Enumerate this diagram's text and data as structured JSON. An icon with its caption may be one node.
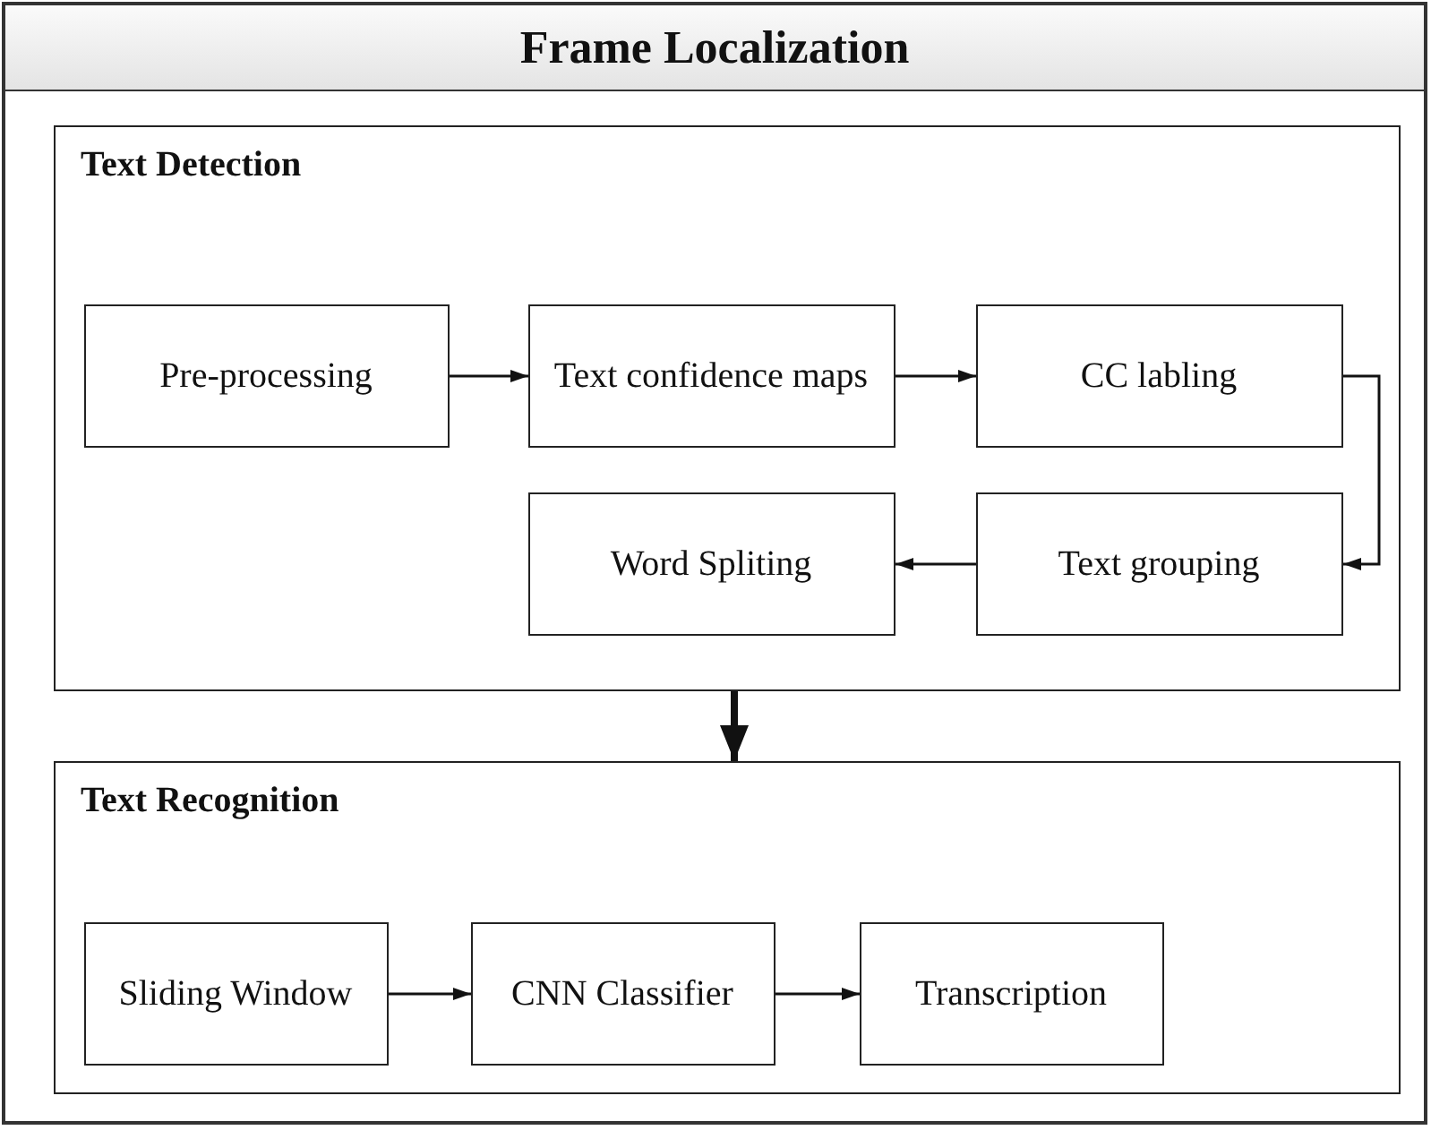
{
  "diagram": {
    "nodes": [
      {
        "text": [
          "Frame Localization"
        ]
      },
      {
        "text": [
          "Text Detection"
        ],
        "in": 0
      },
      {
        "text": [
          "Pre-processing"
        ],
        "in": 1
      },
      {
        "text": [
          "Text confidence maps"
        ],
        "in": 1
      },
      {
        "text": [
          "CC labling"
        ],
        "in": 1
      },
      {
        "text": [
          "Word Spliting"
        ],
        "in": 1
      },
      {
        "text": [
          "Text grouping"
        ],
        "in": 1
      },
      {
        "text": [
          "Text Recognition"
        ],
        "in": 0
      },
      {
        "text": [
          "Sliding Window"
        ],
        "in": 7
      },
      {
        "text": [
          "CNN Classifier"
        ],
        "in": 7
      },
      {
        "text": [
          "Transcription"
        ],
        "in": 7
      }
    ],
    "edges": [
      {
        "from": 2,
        "to": 3,
        "arrow": "to"
      },
      {
        "from": 3,
        "to": 4,
        "arrow": "to"
      },
      {
        "from": 4,
        "to": 6,
        "arrow": "to"
      },
      {
        "from": 6,
        "to": 5,
        "arrow": "to"
      },
      {
        "from": 1,
        "to": 7,
        "arrow": "to",
        "style": "thick"
      },
      {
        "from": 8,
        "to": 9,
        "arrow": "to"
      },
      {
        "from": 9,
        "to": 10,
        "arrow": "to"
      }
    ]
  }
}
